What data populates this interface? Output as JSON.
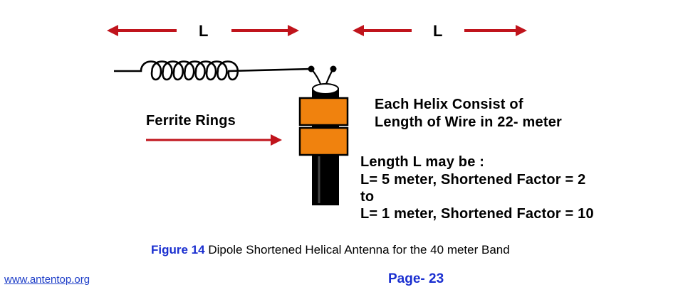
{
  "diagram": {
    "length_label_left": "L",
    "length_label_right": "L",
    "ferrite_label": "Ferrite Rings",
    "helix_note": [
      "Each Helix Consist of",
      "Length of Wire in 22- meter"
    ],
    "length_note": [
      "Length L may be :",
      "L= 5 meter, Shortened Factor = 2",
      "to",
      "L= 1 meter, Shortened Factor = 10"
    ],
    "colors": {
      "arrow": "#c0141c",
      "ferrite": "#f0820e",
      "coax": "#000000",
      "coil": "#000000"
    }
  },
  "caption": {
    "figure_label": "Figure 14",
    "text": " Dipole Shortened Helical Antenna for the 40 meter Band"
  },
  "footer": {
    "link": "www.antentop.org",
    "page": "Page- 23"
  }
}
